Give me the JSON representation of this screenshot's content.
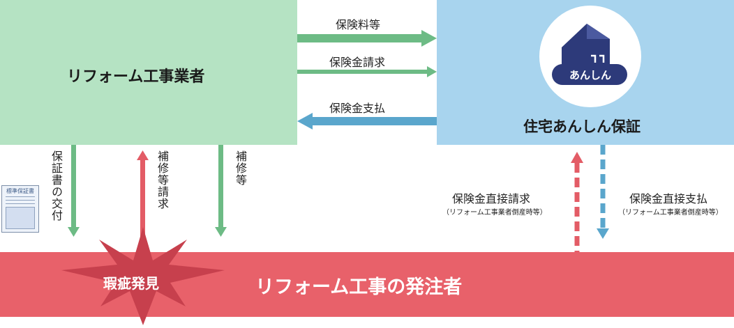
{
  "nodes": {
    "contractor": "リフォーム工事業者",
    "guarantor": "住宅あんしん保証",
    "client": "リフォーム工事の発注者",
    "defect": "瑕疵発見"
  },
  "logo": {
    "text": "あんしん"
  },
  "flows": {
    "premium": "保険料等",
    "claim": "保険金請求",
    "payment": "保険金支払",
    "certificate": "保証書の交付",
    "repair_request": "補修等請求",
    "repair": "補修等",
    "direct_claim": "保険金直接請求",
    "direct_claim_note": "（リフォーム工事業者倒産時等）",
    "direct_payment": "保険金直接支払",
    "direct_payment_note": "（リフォーム工事業者倒産時等）"
  },
  "document": {
    "title": "標準保証書"
  },
  "colors": {
    "contractor_bg": "#b5e3c3",
    "guarantor_bg": "#a8d4ee",
    "client_bg": "#e8616a",
    "green_arrow": "#6dbb85",
    "blue_arrow": "#5aa6cc",
    "red_arrow": "#e35c66",
    "burst": "#c7404d",
    "logo_navy": "#2d3a7a"
  }
}
